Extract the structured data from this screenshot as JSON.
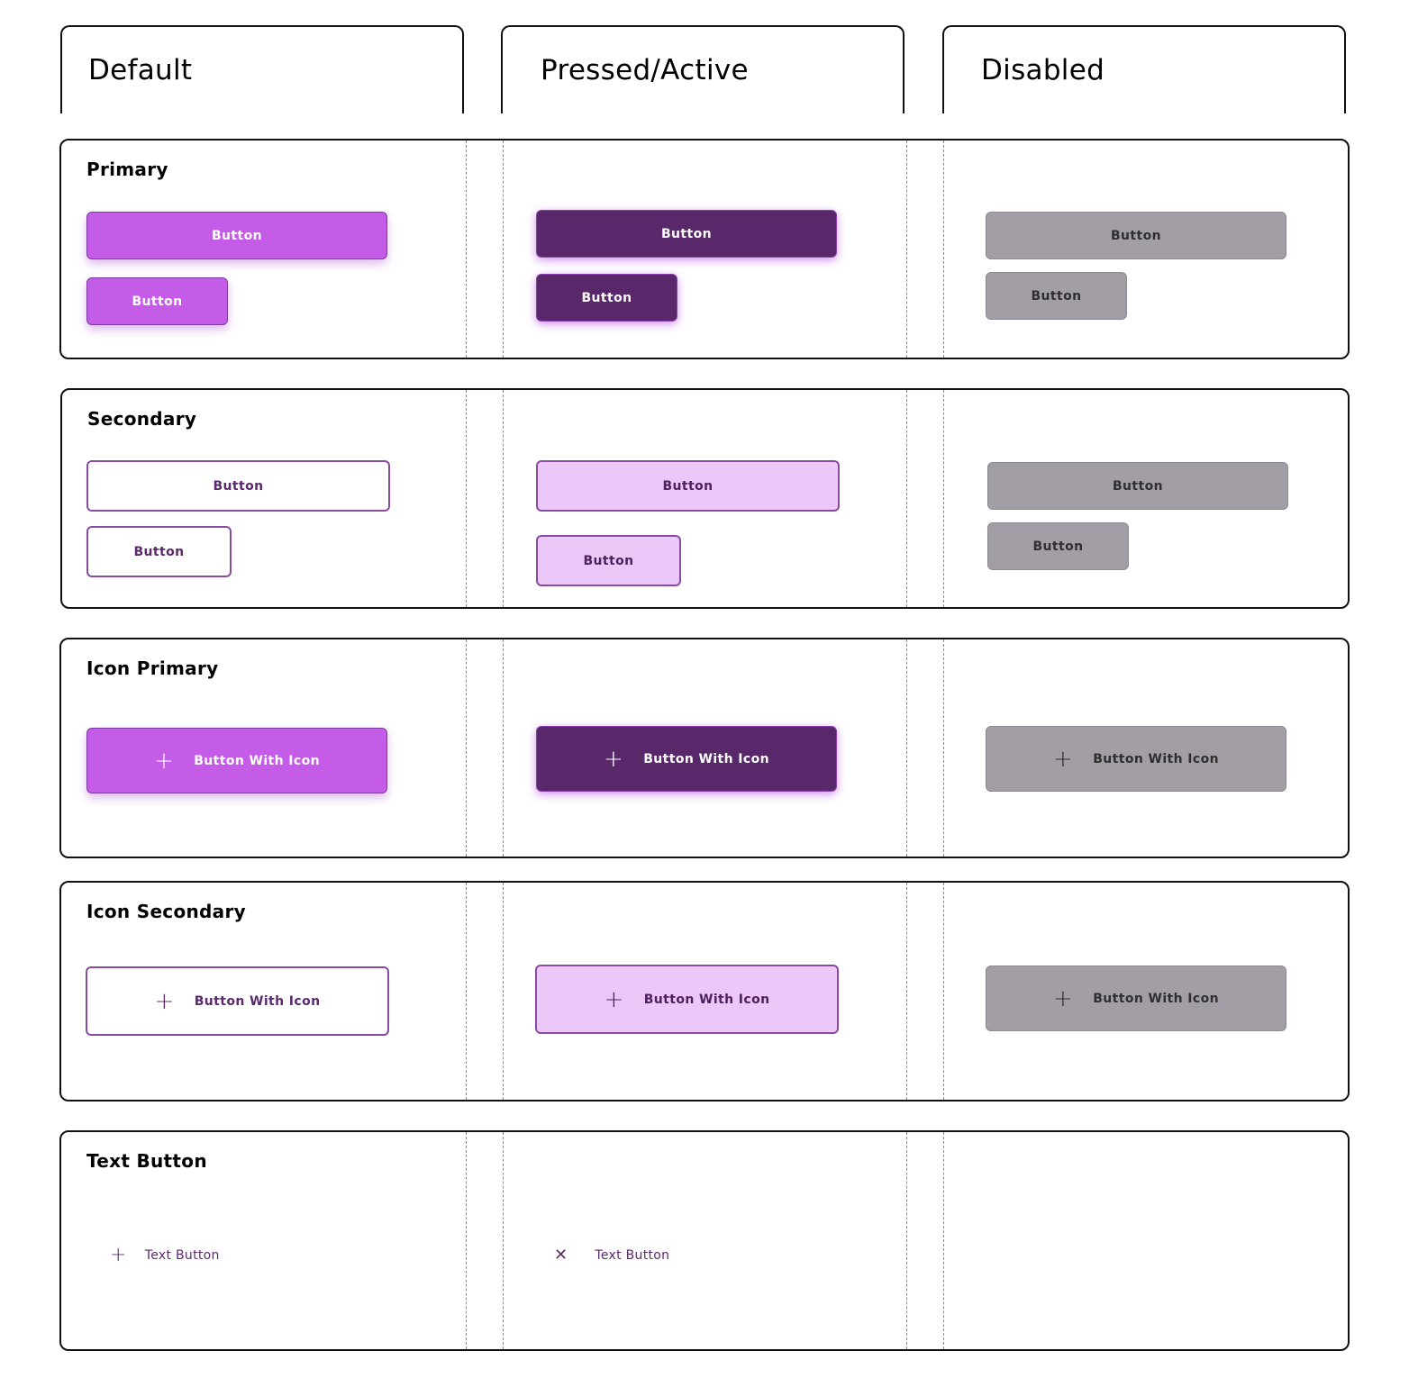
{
  "columns": {
    "default": "Default",
    "pressed": "Pressed/Active",
    "disabled": "Disabled"
  },
  "sections": {
    "primary": {
      "title": "Primary",
      "default_large": "Button",
      "default_small": "Button",
      "active_large": "Button",
      "active_small": "Button",
      "disabled_large": "Button",
      "disabled_small": "Button"
    },
    "secondary": {
      "title": "Secondary",
      "default_large": "Button",
      "default_small": "Button",
      "active_large": "Button",
      "active_small": "Button",
      "disabled_large": "Button",
      "disabled_small": "Button"
    },
    "icon_primary": {
      "title": "Icon Primary",
      "icon": "plus-icon",
      "default": "Button With Icon",
      "active": "Button With Icon",
      "disabled": "Button With Icon"
    },
    "icon_secondary": {
      "title": "Icon Secondary",
      "icon": "plus-icon",
      "default": "Button With Icon",
      "active": "Button With Icon",
      "disabled": "Button With Icon"
    },
    "text_button": {
      "title": "Text Button",
      "default": "Text Button",
      "default_icon": "plus-icon",
      "active": "Text Button",
      "active_icon": "close-icon"
    }
  },
  "colors": {
    "primary": "#c45ce8",
    "primary_active": "#58286a",
    "secondary_border": "#8a4aa1",
    "secondary_active_fill": "#ebc8f7",
    "disabled": "#a39ea6",
    "text_button": "#5b2a6d"
  }
}
